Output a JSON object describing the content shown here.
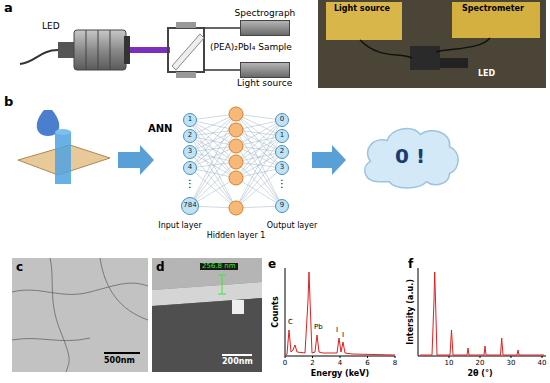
{
  "diagram": {
    "nodes": [
      {
        "text": [
          "Spectrograph"
        ]
      },
      {
        "text": [
          "Light source"
        ]
      },
      {
        "text": [
          "1"
        ]
      },
      {
        "text": [
          "2"
        ]
      },
      {
        "text": [
          "3"
        ]
      },
      {
        "text": [
          "4"
        ]
      },
      {
        "text": [
          "784"
        ]
      },
      {
        "text": [
          "0"
        ]
      },
      {
        "text": [
          "1"
        ]
      },
      {
        "text": [
          "2"
        ]
      },
      {
        "text": [
          "3"
        ]
      },
      {
        "text": [
          "9"
        ]
      },
      {
        "text": [
          "0 !"
        ]
      }
    ],
    "labels": [
      "a",
      "LED",
      "(PEA)₂PbI₄ Sample",
      "Light source",
      "Spectrometer",
      "LED",
      "b",
      "ANN",
      "⋮",
      "⋮",
      "Input layer",
      "Hidden layer 1",
      "Output layer",
      "c",
      "500nm",
      "d",
      "256.8 nm",
      "200nm",
      "e",
      "Counts",
      "C",
      "Pb",
      "I",
      "I",
      "Energy (keV)",
      "0",
      "2",
      "4",
      "6",
      "8",
      "f",
      "Intersity (a.u.)",
      "2θ (°)",
      "10",
      "20",
      "30",
      "40"
    ]
  }
}
